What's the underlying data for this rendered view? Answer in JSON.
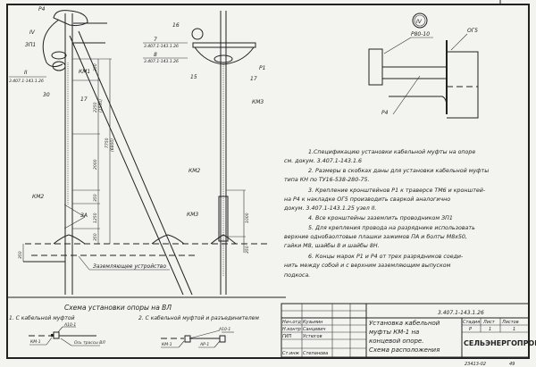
{
  "drawing": {
    "left_view": {
      "labels": {
        "p4": "Р4",
        "iv": "IV",
        "zp1": "ЗП1",
        "ii": "II",
        "ii_ref": "3.407.1-143.1.26",
        "n30": "30",
        "km1": "КМ1",
        "n17": "17",
        "km2": "КМ2",
        "za": "ЗА",
        "grounding": "Заземляющее устройство"
      },
      "dimensions": [
        "350",
        "2250",
        "(1550)",
        "7750",
        "(6800)",
        "2000",
        "350",
        "1250",
        "350",
        "350"
      ]
    },
    "center_view": {
      "labels": {
        "n16": "16",
        "n7": "7",
        "ref7": "3.407.1-143.1.26",
        "n8": "8",
        "ref8": "3.407.1-143.1.26",
        "n15": "15",
        "n17": "17",
        "p1": "Р1",
        "km3_top": "КМ3",
        "km2": "КМ2",
        "km3": "КМ3"
      },
      "dimensions": [
        "1000",
        "350"
      ]
    },
    "detail_iv": {
      "marker": "IV",
      "p80": "Р80-10",
      "og5": "ОГ5",
      "p4": "Р4"
    }
  },
  "notes": [
    "1.Спецификацию установки кабельной муфты на опоре",
    "см. докум. 3.407.1-143.1.6",
    "2. Размеры в скобках даны для установки кабельной муфты",
    "типа КН по ТУ16-538-280-75.",
    "3. Крепление кронштейнов Р1 к траверсе ТМ6 и кронштей-",
    "на Р4 к накладке ОГ5 производить сваркой аналогично",
    "докум. 3.407.1-143.1.25 узел II.",
    "4. Все кронштейны заземлить проводником ЗП1",
    "5. Для крепления провода на разряднике использовать",
    "верхние однобаолтовые плашки зажимов ПА и болты М8х50,",
    "гайки М8, шайбы 8 и шайбы 8Н.",
    "6. Концы марок Р1 и Р4 от трех разрядников соеди-",
    "нить между собой и с верхним заземляющим выпуском",
    "подкоса."
  ],
  "scheme": {
    "title": "Схема установки опоры на ВЛ",
    "case1": "1. С кабельной муфтой",
    "case2": "2. С кабельной муфтой и разъединителем",
    "a10_1": "А10-1",
    "km1_a": "КМ-1",
    "axis": "Ось трассы ВЛ",
    "a10_1b": "А10-1",
    "km1_b": "КМ-1",
    "ar1": "АР-1"
  },
  "title_block": {
    "code": "3.407.1-143.1.26",
    "signatures": [
      {
        "role": "Нач.отд",
        "name": "Кузьмин"
      },
      {
        "role": "Н.контр",
        "name": "Санцевич"
      },
      {
        "role": "ГИП",
        "name": "Устюгов"
      },
      {
        "role": "Ст.инж",
        "name": "Степанова"
      }
    ],
    "title_lines": [
      "Установка кабельной",
      "муфты КМ-1 на",
      "концевой опоре.",
      "Схема расположения"
    ],
    "stage_label": "Стадия",
    "sheet_label": "Лист",
    "sheets_label": "Листов",
    "stage": "Р",
    "sheet": "1",
    "sheets": "1",
    "organization": "СЕЛЬЭНЕРГОПРОЕКТ",
    "archive_no": "23413-02",
    "page_no": "49"
  }
}
